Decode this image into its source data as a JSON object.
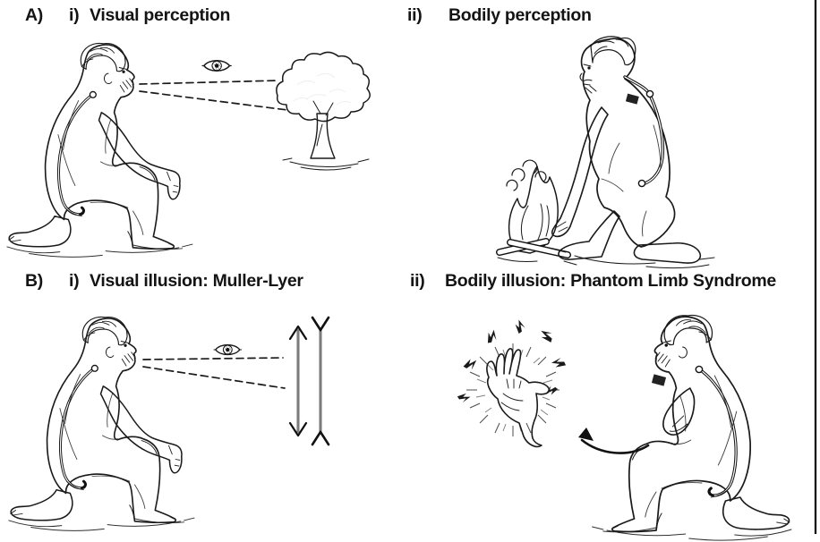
{
  "page": {
    "colors": {
      "background": "#ffffff",
      "ink": "#141414",
      "engraving_hatch": "#8a8a8a",
      "border_line": "#000000"
    }
  },
  "panels": {
    "a": {
      "label": "A)",
      "i": {
        "numeral": "i)",
        "title": "Visual perception",
        "art": [
          "kneeling-man-engraving",
          "nerve-cord",
          "eye-icon",
          "dashed-sight-lines",
          "tree-engraving"
        ]
      },
      "ii": {
        "numeral": "ii)",
        "title": "Bodily perception",
        "art": [
          "kneeling-figure-engraving",
          "nerve-pathway-with-nodes",
          "fire-engraving"
        ]
      }
    },
    "b": {
      "label": "B)",
      "i": {
        "numeral": "i)",
        "title": "Visual illusion: Muller-Lyer",
        "art": [
          "kneeling-man-engraving",
          "eye-icon",
          "dashed-sight-lines",
          "muller-lyer-arrows"
        ]
      },
      "ii": {
        "numeral": "ii)",
        "title": "Bodily illusion: Phantom Limb Syndrome",
        "art": [
          "phantom-hand-engraving",
          "pain-lightning-bolts",
          "radiating-halo",
          "curved-arrow",
          "kneeling-amputee-engraving"
        ]
      }
    }
  }
}
